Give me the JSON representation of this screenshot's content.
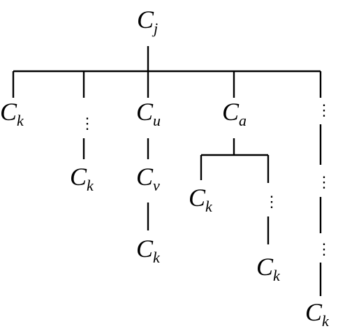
{
  "diagram": {
    "nodes": [
      {
        "id": "root",
        "base": "C",
        "sub": "j"
      },
      {
        "id": "c1",
        "base": "C",
        "sub": "k"
      },
      {
        "id": "c2",
        "base": "C",
        "sub": "k"
      },
      {
        "id": "cu",
        "base": "C",
        "sub": "u"
      },
      {
        "id": "cv",
        "base": "C",
        "sub": "v"
      },
      {
        "id": "cuk",
        "base": "C",
        "sub": "k"
      },
      {
        "id": "ca",
        "base": "C",
        "sub": "a"
      },
      {
        "id": "ca1",
        "base": "C",
        "sub": "k"
      },
      {
        "id": "ca2",
        "base": "C",
        "sub": "k"
      },
      {
        "id": "c5",
        "base": "C",
        "sub": "k"
      }
    ],
    "edges": [
      [
        "root",
        "c1"
      ],
      [
        "root",
        "c2"
      ],
      [
        "root",
        "cu"
      ],
      [
        "root",
        "ca"
      ],
      [
        "root",
        "c5"
      ],
      [
        "cu",
        "cv"
      ],
      [
        "cv",
        "cuk"
      ],
      [
        "ca",
        "ca1"
      ],
      [
        "ca",
        "ca2"
      ]
    ],
    "ellipsis_edges": [
      [
        "root",
        "c2"
      ],
      [
        "ca",
        "ca2"
      ],
      [
        "root",
        "c5"
      ]
    ],
    "ellipsis_symbol": "⋮"
  }
}
